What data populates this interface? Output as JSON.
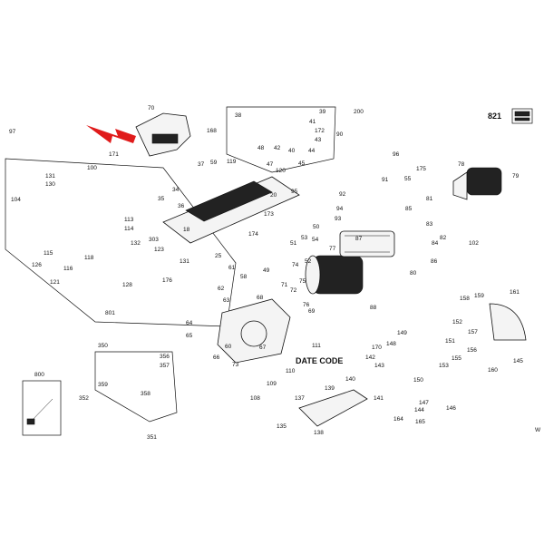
{
  "diagram": {
    "labels": {
      "date_code": "DATE CODE",
      "sheet_code": "821"
    },
    "callouts": [
      "97",
      "70",
      "168",
      "171",
      "100",
      "131",
      "130",
      "104",
      "113",
      "114",
      "115",
      "126",
      "116",
      "121",
      "118",
      "128",
      "801",
      "37",
      "59",
      "119",
      "35",
      "34",
      "36",
      "18",
      "173",
      "174",
      "25",
      "20",
      "200",
      "38",
      "39",
      "41",
      "172",
      "43",
      "44",
      "48",
      "42",
      "40",
      "120",
      "47",
      "45",
      "90",
      "96",
      "175",
      "55",
      "91",
      "92",
      "95",
      "94",
      "93",
      "79",
      "78",
      "81",
      "85",
      "82",
      "84",
      "102",
      "86",
      "83",
      "303",
      "123",
      "132",
      "131",
      "176",
      "77",
      "87",
      "80",
      "88",
      "49",
      "50",
      "51",
      "53",
      "54",
      "61",
      "58",
      "62",
      "68",
      "71",
      "72",
      "69",
      "76",
      "63",
      "64",
      "65",
      "67",
      "66",
      "60",
      "73",
      "109",
      "108",
      "110",
      "111",
      "170",
      "148",
      "149",
      "142",
      "143",
      "141",
      "140",
      "139",
      "137",
      "138",
      "135",
      "164",
      "165",
      "146",
      "144",
      "147",
      "150",
      "153",
      "155",
      "156",
      "158",
      "159",
      "152",
      "151",
      "157",
      "161",
      "160",
      "145",
      "350",
      "356",
      "357",
      "358",
      "359",
      "351",
      "352",
      "800",
      "75",
      "52",
      "74"
    ]
  }
}
